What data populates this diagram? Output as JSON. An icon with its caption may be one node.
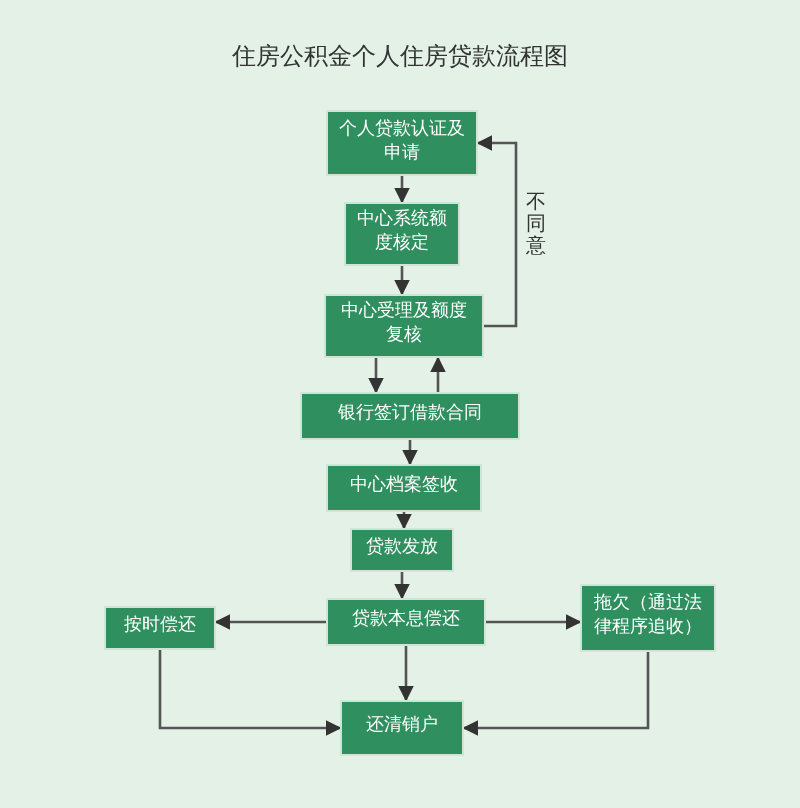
{
  "diagram": {
    "title": "住房公积金个人住房贷款流程图",
    "nodes": [
      {
        "text": [
          "个人贷款认证及申请"
        ]
      },
      {
        "text": [
          "中心系统额度核定"
        ]
      },
      {
        "text": [
          "中心受理及额度复核"
        ]
      },
      {
        "text": [
          "银行签订借款合同"
        ]
      },
      {
        "text": [
          "中心档案签收"
        ]
      },
      {
        "text": [
          "贷款发放"
        ]
      },
      {
        "text": [
          "贷款本息偿还"
        ]
      },
      {
        "text": [
          "按时偿还"
        ]
      },
      {
        "text": [
          "拖欠（通过法律程序追收）"
        ]
      },
      {
        "text": [
          "还清销户"
        ]
      }
    ],
    "edges": [
      {
        "from": 0,
        "to": 1,
        "arrow": "to"
      },
      {
        "from": 1,
        "to": 2,
        "arrow": "to"
      },
      {
        "from": 2,
        "to": 0,
        "arrow": "to",
        "label": "不同意"
      },
      {
        "from": 2,
        "to": 3,
        "arrow": "to"
      },
      {
        "from": 3,
        "to": 2,
        "arrow": "to"
      },
      {
        "from": 3,
        "to": 4,
        "arrow": "to"
      },
      {
        "from": 4,
        "to": 5,
        "arrow": "to"
      },
      {
        "from": 5,
        "to": 6,
        "arrow": "to"
      },
      {
        "from": 6,
        "to": 7,
        "arrow": "to"
      },
      {
        "from": 6,
        "to": 8,
        "arrow": "to"
      },
      {
        "from": 6,
        "to": 9,
        "arrow": "to"
      },
      {
        "from": 7,
        "to": 9,
        "arrow": "to"
      },
      {
        "from": 8,
        "to": 9,
        "arrow": "to"
      }
    ]
  }
}
